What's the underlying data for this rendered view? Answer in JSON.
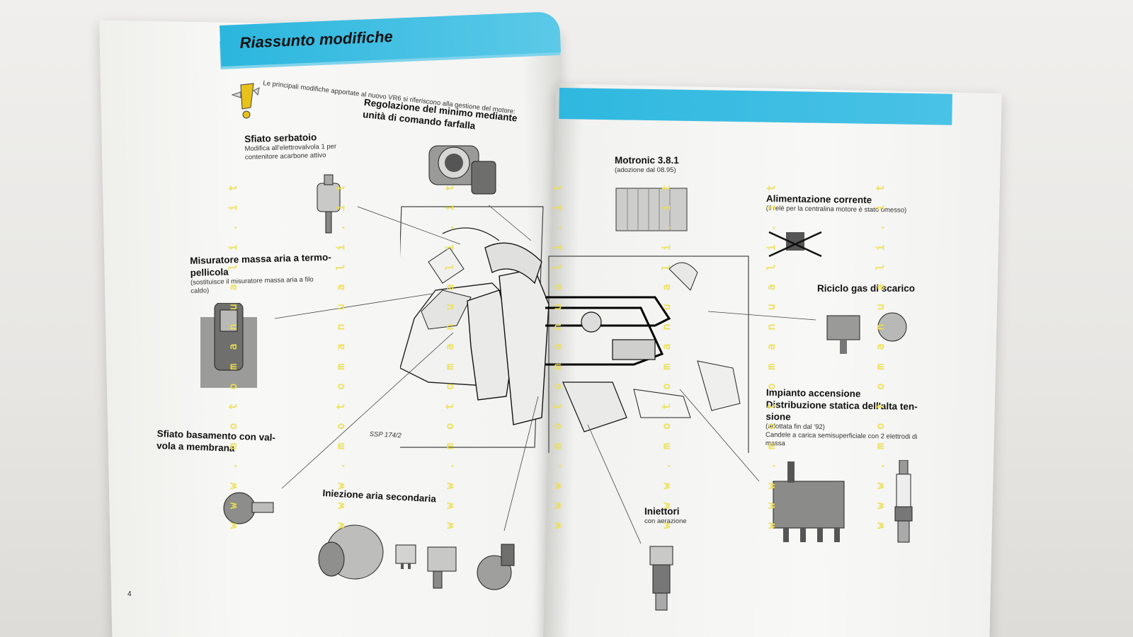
{
  "left_page": {
    "title": "Riassunto modifiche",
    "intro": "Le principali modifiche apportate al nuovo VR6 si riferiscono alla gestione del motore:",
    "labels": {
      "regolazione_title_1": "Regolazione del minimo mediante",
      "regolazione_title_2": "unità di comando farfalla",
      "sfiato_serbatoio_title": "Sfiato serbatoio",
      "sfiato_serbatoio_desc_1": "Modifica all'elettrovalvola 1 per",
      "sfiato_serbatoio_desc_2": "contenitore acarbone attivo",
      "misuratore_title_1": "Misuratore massa aria a termo-",
      "misuratore_title_2": "pellicola",
      "misuratore_desc_1": "(sostituisce il misuratore massa aria a filo",
      "misuratore_desc_2": "caldo)",
      "sfiato_basamento_title_1": "Sfiato basamento con val-",
      "sfiato_basamento_title_2": "vola a membrana",
      "iniezione_title": "Iniezione aria secondaria",
      "diagram_ref": "SSP 174/2"
    },
    "page_number": "4"
  },
  "right_page": {
    "labels": {
      "motronic_title": "Motronic 3.8.1",
      "motronic_desc": "(adozione dal 08.95)",
      "alimentazione_title": "Alimentazione corrente",
      "alimentazione_desc": "(il relè per la centralina motore è stato omesso)",
      "riciclo_title": "Riciclo gas di scarico",
      "impianto_title_1": "Impianto accensione",
      "impianto_title_2": "Distribuzione statica dell'alta ten-",
      "impianto_title_3": "sione",
      "impianto_desc_1": "(adottata fin dal '92)",
      "impianto_desc_2": "Candele a carica semisuperficiale con 2 elettrodi di",
      "impianto_desc_3": "massa",
      "iniettori_title": "Iniettori",
      "iniettori_desc": "con aerazione"
    }
  },
  "watermark": "w w w . m o t o m a n u a l i . i t",
  "colors": {
    "banner": "#2bb6de",
    "watermark": "#f2e65a"
  }
}
